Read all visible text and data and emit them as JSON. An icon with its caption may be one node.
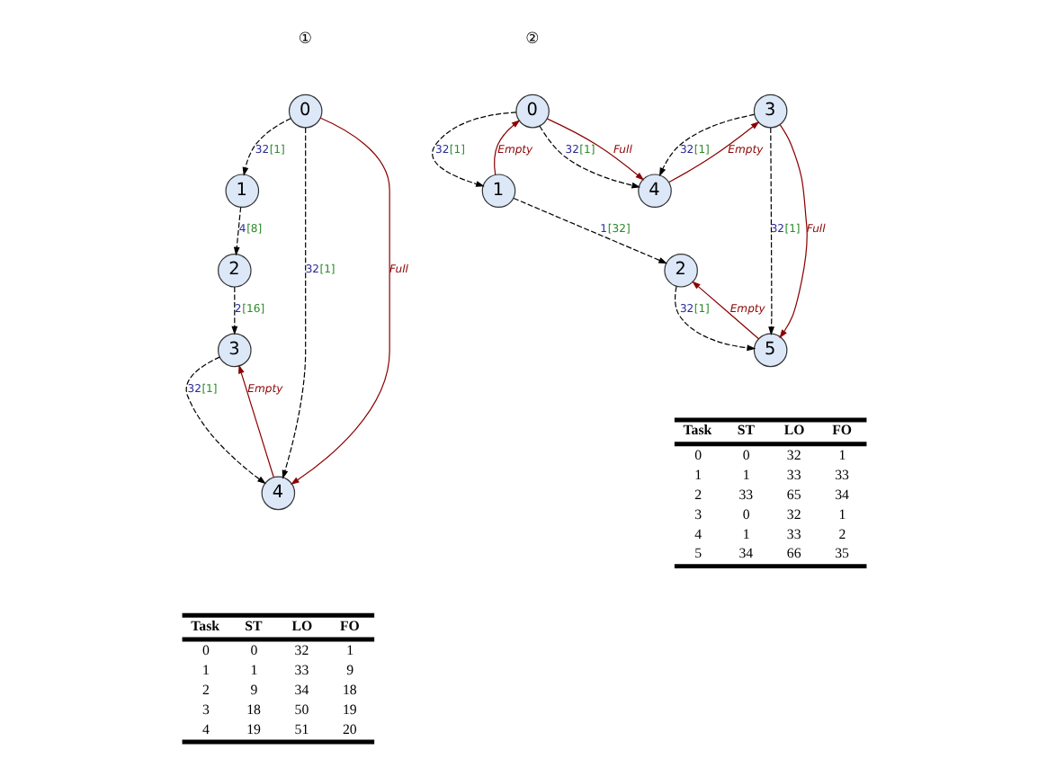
{
  "diagram": {
    "nodes": [
      {
        "text": [
          "0"
        ]
      },
      {
        "text": [
          "1"
        ]
      },
      {
        "text": [
          "2"
        ]
      },
      {
        "text": [
          "3"
        ]
      },
      {
        "text": [
          "4"
        ]
      },
      {
        "text": [
          "0"
        ]
      },
      {
        "text": [
          "1"
        ]
      },
      {
        "text": [
          "2"
        ]
      },
      {
        "text": [
          "3"
        ]
      },
      {
        "text": [
          "4"
        ]
      },
      {
        "text": [
          "5"
        ]
      }
    ],
    "edges": [
      {
        "from": 0,
        "to": 1,
        "arrow": "to",
        "label": "32[1]",
        "style": "dashed"
      },
      {
        "from": 1,
        "to": 2,
        "arrow": "to",
        "label": "4[8]",
        "style": "dashed"
      },
      {
        "from": 2,
        "to": 3,
        "arrow": "to",
        "label": "2[16]",
        "style": "dashed"
      },
      {
        "from": 0,
        "to": 4,
        "arrow": "to",
        "label": "32[1]",
        "style": "dashed"
      },
      {
        "from": 0,
        "to": 4,
        "arrow": "to",
        "label": "Full",
        "color": "#8b0000"
      },
      {
        "from": 3,
        "to": 4,
        "arrow": "to",
        "label": "32[1]",
        "style": "dashed"
      },
      {
        "from": 4,
        "to": 3,
        "arrow": "to",
        "label": "Empty",
        "color": "#8b0000"
      },
      {
        "from": 5,
        "to": 6,
        "arrow": "to",
        "label": "32[1]",
        "style": "dashed"
      },
      {
        "from": 6,
        "to": 5,
        "arrow": "to",
        "label": "Empty",
        "color": "#8b0000"
      },
      {
        "from": 6,
        "to": 7,
        "arrow": "to",
        "label": "1[32]",
        "style": "dashed"
      },
      {
        "from": 5,
        "to": 9,
        "arrow": "to",
        "label": "32[1]",
        "style": "dashed"
      },
      {
        "from": 5,
        "to": 9,
        "arrow": "to",
        "label": "Full",
        "color": "#8b0000"
      },
      {
        "from": 8,
        "to": 9,
        "arrow": "to",
        "label": "32[1]",
        "style": "dashed"
      },
      {
        "from": 9,
        "to": 8,
        "arrow": "to",
        "label": "Empty",
        "color": "#8b0000"
      },
      {
        "from": 8,
        "to": 10,
        "arrow": "to",
        "label": "32[1]",
        "style": "dashed"
      },
      {
        "from": 8,
        "to": 10,
        "arrow": "to",
        "label": "Full",
        "color": "#8b0000"
      },
      {
        "from": 7,
        "to": 10,
        "arrow": "to",
        "label": "32[1]",
        "style": "dashed"
      },
      {
        "from": 10,
        "to": 7,
        "arrow": "to",
        "label": "Empty",
        "color": "#8b0000"
      }
    ],
    "labels": [
      "①",
      "Task",
      "ST",
      "LO",
      "FO",
      "0",
      "0",
      "32",
      "1",
      "1",
      "1",
      "33",
      "9",
      "2",
      "9",
      "34",
      "18",
      "3",
      "18",
      "50",
      "19",
      "4",
      "19",
      "51",
      "20",
      "②",
      "Task",
      "ST",
      "LO",
      "FO",
      "0",
      "0",
      "32",
      "1",
      "1",
      "1",
      "33",
      "33",
      "2",
      "33",
      "65",
      "34",
      "3",
      "0",
      "32",
      "1",
      "4",
      "1",
      "33",
      "2",
      "5",
      "34",
      "66",
      "35"
    ]
  }
}
